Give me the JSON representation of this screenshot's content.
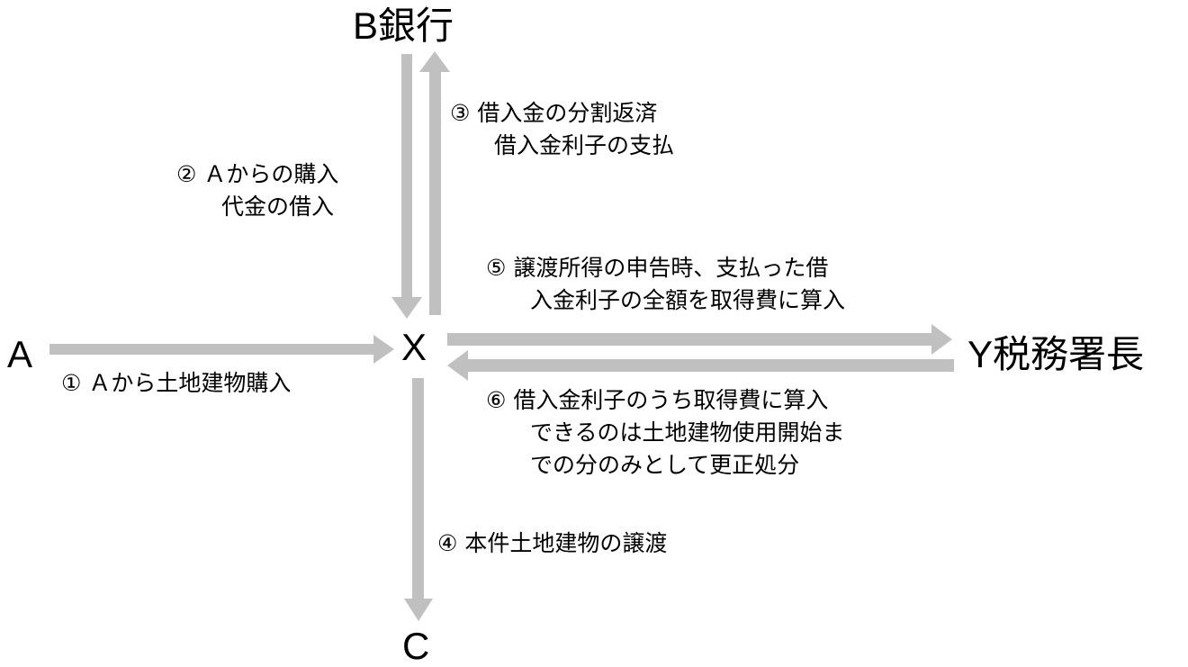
{
  "nodes": {
    "bank": "B銀行",
    "a": "A",
    "x": "X",
    "tax": "Y税務署長",
    "c": "C"
  },
  "steps": {
    "s1": [
      "① Ａから土地建物購入"
    ],
    "s2": [
      "② Ａからの購入",
      "代金の借入"
    ],
    "s3": [
      "③ 借入金の分割返済",
      "借入金利子の支払"
    ],
    "s4": [
      "④ 本件土地建物の譲渡"
    ],
    "s5": [
      "⑤ 譲渡所得の申告時、支払った借",
      "入金利子の全額を取得費に算入"
    ],
    "s6": [
      "⑥ 借入金利子のうち取得費に算入",
      "できるのは土地建物使用開始ま",
      "での分のみとして更正処分"
    ]
  },
  "colors": {
    "arrow": "#c0c0c0",
    "text": "#000000"
  }
}
